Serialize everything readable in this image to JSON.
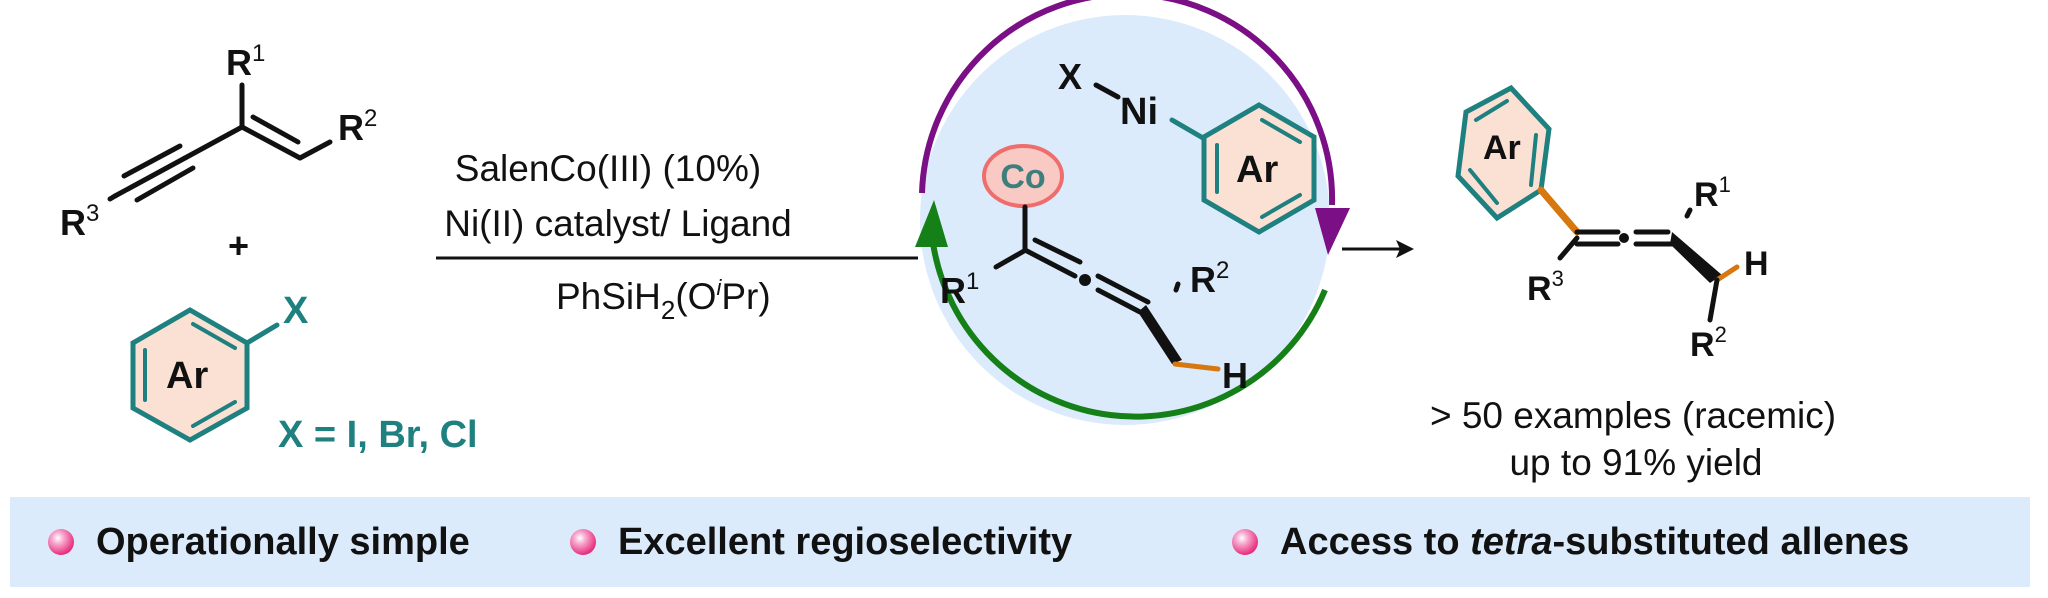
{
  "reactant_enyne": {
    "substituents": [
      "R",
      "R",
      "R"
    ],
    "sup": [
      "1",
      "2",
      "3"
    ],
    "plus": "+"
  },
  "reactant_aryl_halide": {
    "ring_label": "Ar",
    "halide_label": "X",
    "halide_options": "X = I, Br, Cl"
  },
  "conditions": {
    "line1": "SalenCo(III) (10%)",
    "line2": "Ni(II) catalyst/ Ligand",
    "line3_main": "PhSiH",
    "line3_sub": "2",
    "line3_paren_open": "(O",
    "line3_sup": "i",
    "line3_tail": "Pr)"
  },
  "catalytic_cycle": {
    "cobalt_label": "Co",
    "nickel_label": "Ni",
    "halide_label": "X",
    "aryl_label": "Ar",
    "r1": "R",
    "r1_sup": "1",
    "r2": "R",
    "r2_sup": "2",
    "h": "H",
    "colors": {
      "oxidative_arc": "#7a0f86",
      "reductive_arc": "#168018",
      "circle_fill": "#dcebfb",
      "co_fill": "#f9c9c4",
      "co_stroke": "#ee6d6d",
      "co_text": "#3e7f7d"
    }
  },
  "product": {
    "ring_label": "Ar",
    "r1": "R",
    "r1_sup": "1",
    "r2": "R",
    "r2_sup": "2",
    "r3": "R",
    "r3_sup": "3",
    "h": "H",
    "scope": "> 50 examples (racemic)",
    "yield": "up to 91% yield",
    "highlight_bond_color": "#d6770f"
  },
  "colors": {
    "ring_stroke": "#1f8080",
    "ring_fill": "#fbe0d4",
    "banner_bg": "#dcebfb",
    "bullet": "#e8337f"
  },
  "features": [
    {
      "text": "Operationally simple"
    },
    {
      "text": "Excellent regioselectivity"
    },
    {
      "prefix": "Access to ",
      "italic": "tetra",
      "suffix": "-substituted allenes"
    }
  ]
}
